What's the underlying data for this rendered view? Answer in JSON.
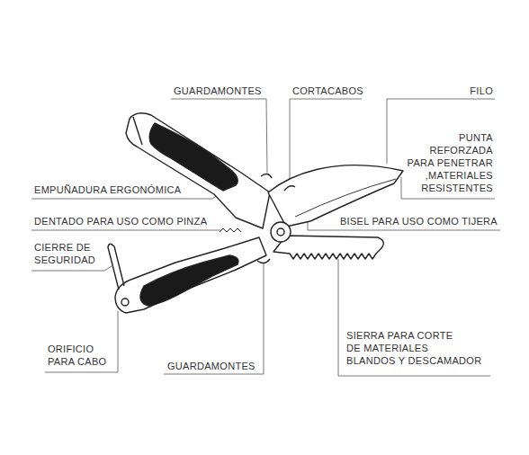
{
  "diagram": {
    "labels": [
      "GUARDAMONTES",
      "CORTACABOS",
      "FILO",
      "PUNTA REFORZADA PARA PENETRAR ,MATERIALES RESISTENTES",
      "EMPUÑADURA ERGONÓMICA",
      "DENTADO PARA USO COMO PINZA",
      "BISEL PARA USO COMO TIJERA",
      "CIERRE DE SEGURIDAD",
      "ORIFICIO PARA CABO",
      "GUARDAMONTES",
      "SIERRA PARA CORTE DE MATERIALES BLANDOS Y DESCAMADOR"
    ]
  }
}
